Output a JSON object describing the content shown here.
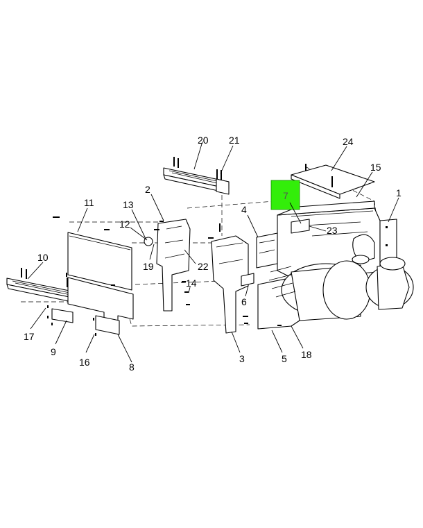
{
  "callouts": {
    "c1": "1",
    "c2": "2",
    "c3": "3",
    "c4": "4",
    "c5": "5",
    "c6": "6",
    "c7": "7",
    "c8": "8",
    "c9": "9",
    "c10": "10",
    "c11": "11",
    "c12": "12",
    "c13": "13",
    "c14": "14",
    "c15": "15",
    "c16": "16",
    "c17": "17",
    "c18": "18",
    "c19": "19",
    "c20": "20",
    "c21": "21",
    "c22": "22",
    "c23": "23",
    "c24": "24"
  },
  "highlight": {
    "color": "#33ee0a",
    "callout": "7"
  }
}
